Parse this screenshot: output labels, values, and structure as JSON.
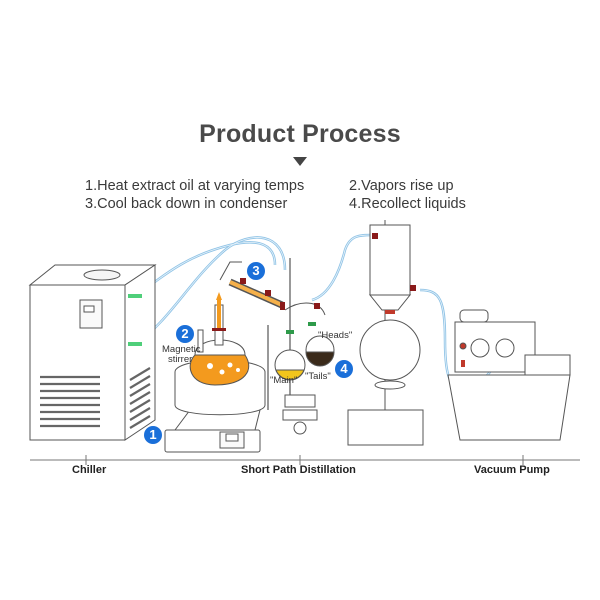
{
  "header": {
    "title": "Product Process"
  },
  "steps": [
    {
      "number": 1,
      "text": "1.Heat extract oil at varying temps"
    },
    {
      "number": 2,
      "text": "2.Vapors rise up"
    },
    {
      "number": 3,
      "text": "3.Cool back down in condenser"
    },
    {
      "number": 4,
      "text": "4.Recollect liquids"
    }
  ],
  "badges": [
    "1",
    "2",
    "3",
    "4"
  ],
  "annotations": {
    "magnetic_stirrer_line1": "Magnetic",
    "magnetic_stirrer_line2": "stirrer",
    "heads": "\"Heads\"",
    "main": "\"Main\"",
    "tails": "\"Tails\""
  },
  "equipment_labels": {
    "chiller": "Chiller",
    "short_path": "Short Path Distillation",
    "vacuum_pump": "Vacuum Pump"
  },
  "colors": {
    "badge": "#1a6fd9",
    "oil_orange": "#f39a1e",
    "main_yellow": "#f2c51c",
    "tails_brown": "#3a2a1a",
    "tube_blue": "#8fc3e6",
    "clip_green": "#2e9a4a",
    "joint_red": "#8a1a1a"
  }
}
